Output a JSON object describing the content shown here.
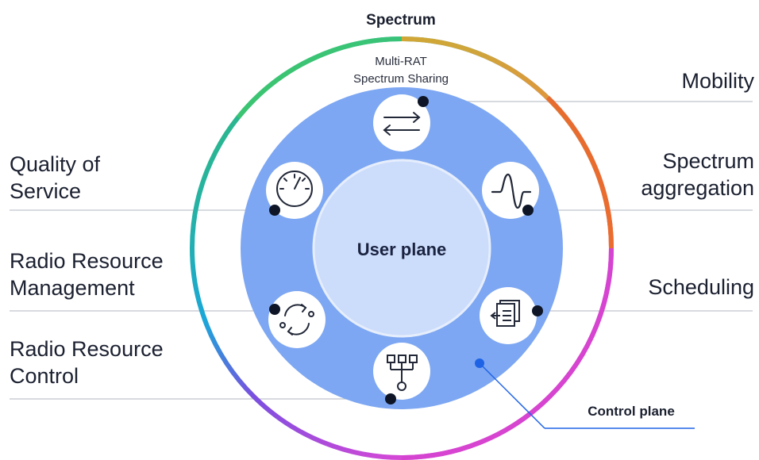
{
  "spectrum_title": "Spectrum",
  "multi_rat": {
    "line1": "Multi-RAT",
    "line2": "Spectrum Sharing"
  },
  "user_plane": "User plane",
  "control_plane": "Control plane",
  "left_labels": [
    {
      "line1": "Quality of",
      "line2": "Service"
    },
    {
      "line1": "Radio Resource",
      "line2": "Management"
    },
    {
      "line1": "Radio Resource",
      "line2": "Control"
    }
  ],
  "right_labels": [
    {
      "line1": "Mobility",
      "line2": ""
    },
    {
      "line1": "Spectrum",
      "line2": "aggregation"
    },
    {
      "line1": "Scheduling",
      "line2": ""
    }
  ],
  "icons": [
    "arrows-exchange-icon",
    "waveform-icon",
    "document-inbox-icon",
    "hierarchy-icon",
    "refresh-cycle-icon",
    "gauge-icon"
  ],
  "colors": {
    "ring_blue": "#7da7f2",
    "user_plane_fill": "#ccdcfb",
    "dot": "#0d1526",
    "control_dot": "#1e63e6",
    "line": "#bfc3cc"
  }
}
